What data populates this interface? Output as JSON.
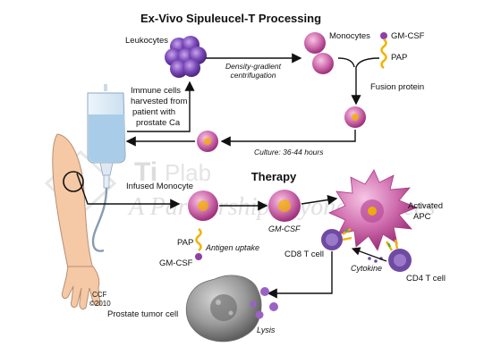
{
  "diagram": {
    "title": "Ex-Vivo Sipuleucel-T Processing",
    "therapy_title": "Therapy",
    "labels": {
      "leukocytes": "Leukocytes",
      "monocytes": "Monocytes",
      "gm_csf_top": "GM-CSF",
      "pap_top": "PAP",
      "fusion_protein": "Fusion protein",
      "density_line1": "Density-gradient",
      "density_line2": "centrifugation",
      "immune_line1": "Immune cells",
      "immune_line2": "harvested from",
      "immune_line3": "patient with",
      "immune_line4": "prostate Ca",
      "culture": "Culture: 36-44 hours",
      "infused_monocyte": "Infused Monocyte",
      "pap_bottom": "PAP",
      "antigen_uptake": "Antigen uptake",
      "gm_csf_bottom": "GM-CSF",
      "gm_csf_mid": "GM-CSF",
      "activated_line1": "Activated",
      "activated_line2": "APC",
      "cd8": "CD8 T cell",
      "cytokine": "Cytokine",
      "cd4": "CD4 T cell",
      "tumor": "Prostate tumor cell",
      "lysis": "Lysis",
      "ccf": "CCF",
      "copyright": "©2010"
    },
    "watermark": {
      "brand_ti": "Ti",
      "brand_plab": "Plab",
      "tagline": "A Partnership beyond services"
    },
    "colors": {
      "monocyte": "#c24e9a",
      "leukocyte": "#6b3aa0",
      "apc": "#d65aa8",
      "tcell": "#6f4aa3",
      "tumor": "#8d8d8d",
      "protein_purple": "#8e3fa8",
      "protein_yellow": "#f2b200",
      "iv_fluid": "#a9cde8",
      "skin": "#f5c9a6"
    }
  }
}
